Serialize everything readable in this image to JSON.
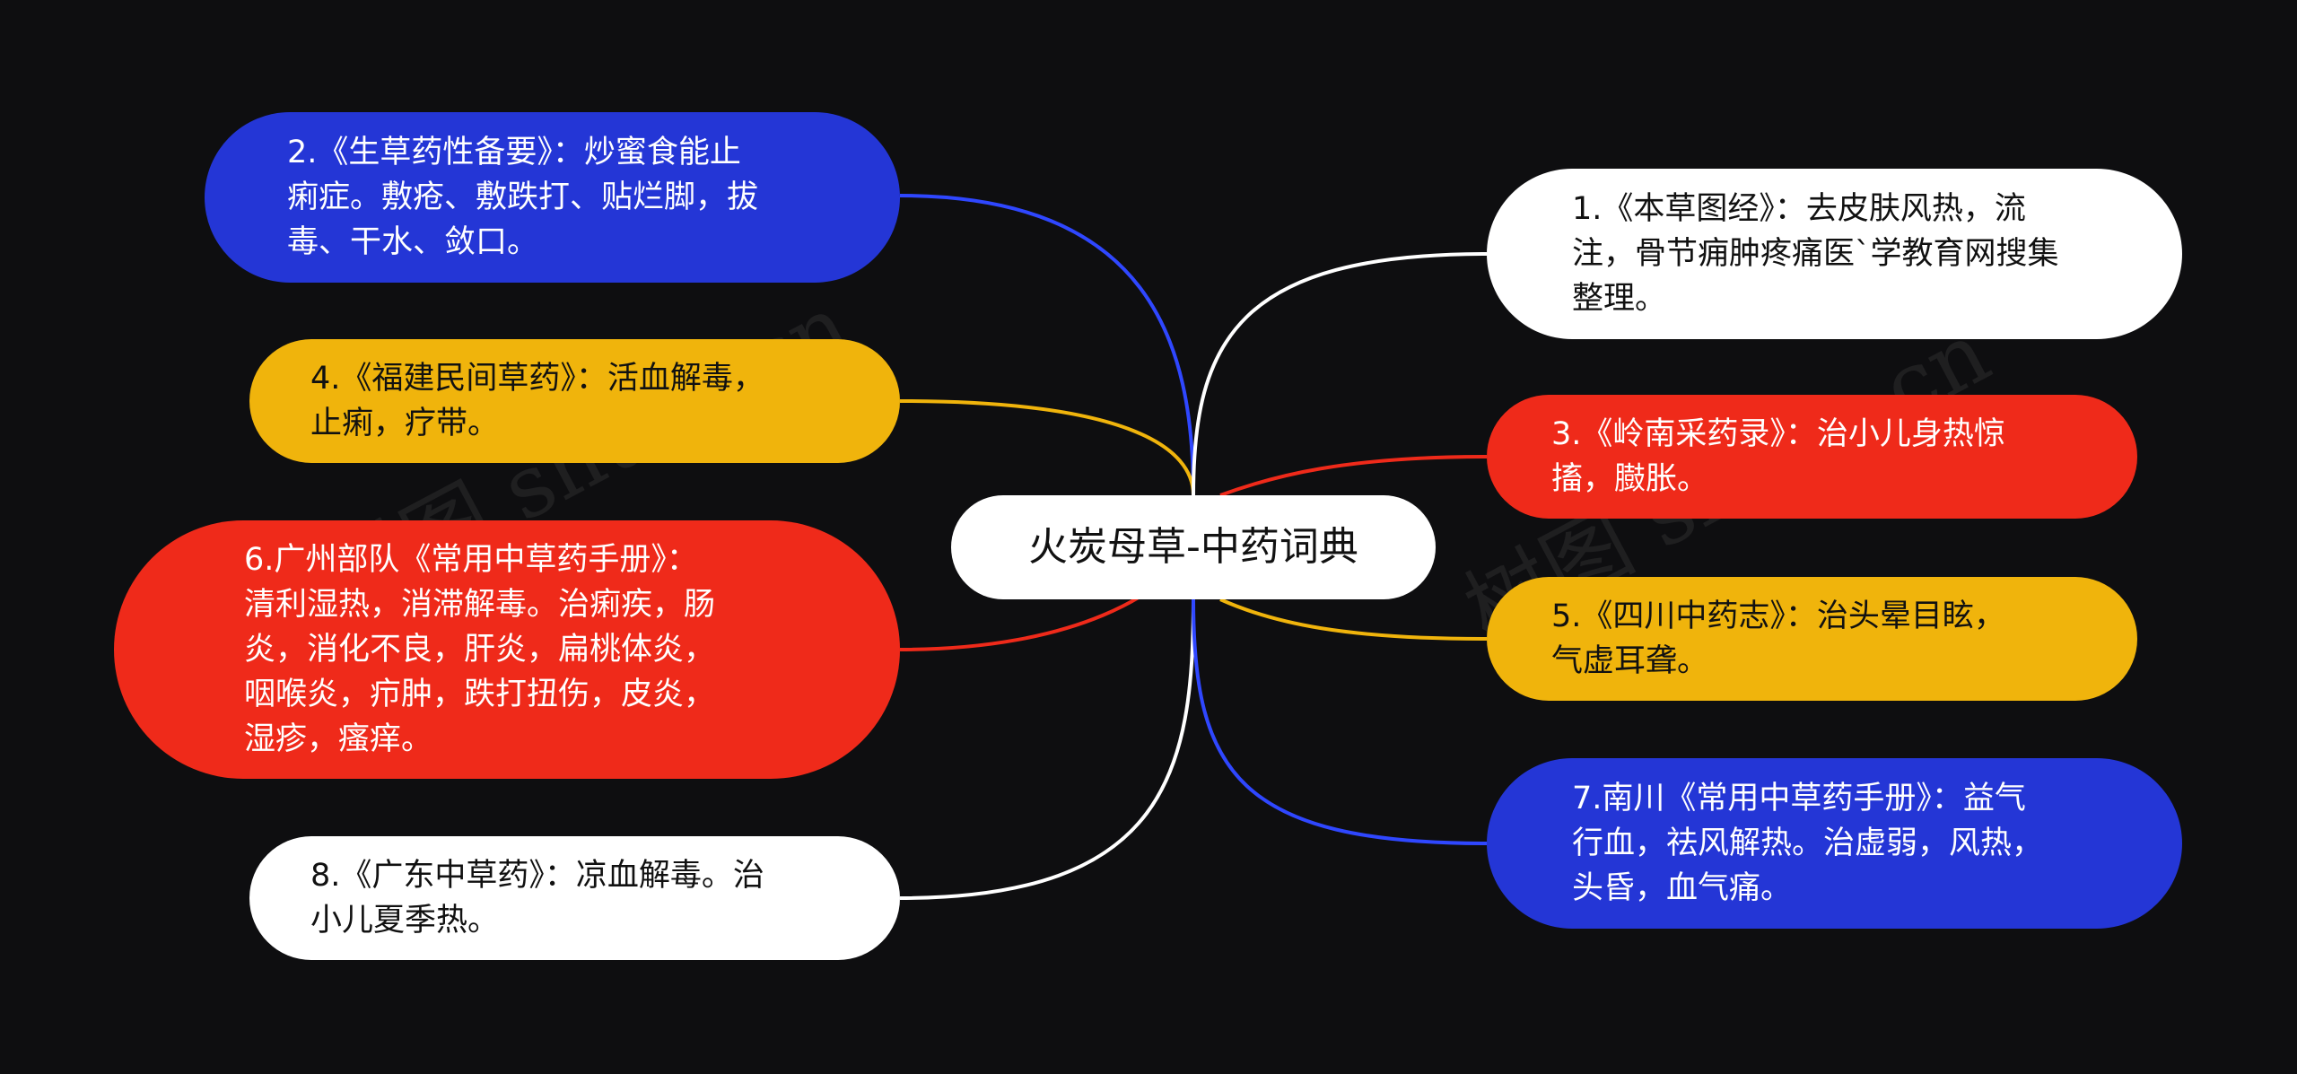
{
  "center": {
    "title": "火炭母草-中药词典"
  },
  "left_nodes": [
    {
      "id": "n2",
      "text": "2.《生草药性备要》：炒蜜食能止\n痢症。敷疮、敷跌打、贴烂脚，拔\n毒、干水、敛口。",
      "color": "#2436d6"
    },
    {
      "id": "n4",
      "text": "4.《福建民间草药》：活血解毒，\n止痢，疗带。",
      "color": "#f0b40c"
    },
    {
      "id": "n6",
      "text": "6.广州部队《常用中草药手册》：\n清利湿热，消滞解毒。治痢疾，肠\n炎，消化不良，肝炎，扁桃体炎，\n咽喉炎，疖肿，跌打扭伤，皮炎，\n湿疹，瘙痒。",
      "color": "#ef2a1a"
    },
    {
      "id": "n8",
      "text": "8.《广东中草药》：凉血解毒。治\n小儿夏季热。",
      "color": "#ffffff"
    }
  ],
  "right_nodes": [
    {
      "id": "n1",
      "text": "1.《本草图经》：去皮肤风热，流\n注，骨节痈肿疼痛医`学教育网搜集\n整理。",
      "color": "#ffffff"
    },
    {
      "id": "n3",
      "text": "3.《岭南采药录》：治小儿身热惊\n搐，臌胀。",
      "color": "#ef2a1a"
    },
    {
      "id": "n5",
      "text": "5.《四川中药志》：治头晕目眩，\n气虚耳聋。",
      "color": "#f0b40c"
    },
    {
      "id": "n7",
      "text": "7.南川《常用中草药手册》：益气\n行血，祛风解热。治虚弱，风热，\n头昏，血气痛。",
      "color": "#2436d6"
    }
  ],
  "watermark": {
    "text": "树图 shutu.cn"
  }
}
